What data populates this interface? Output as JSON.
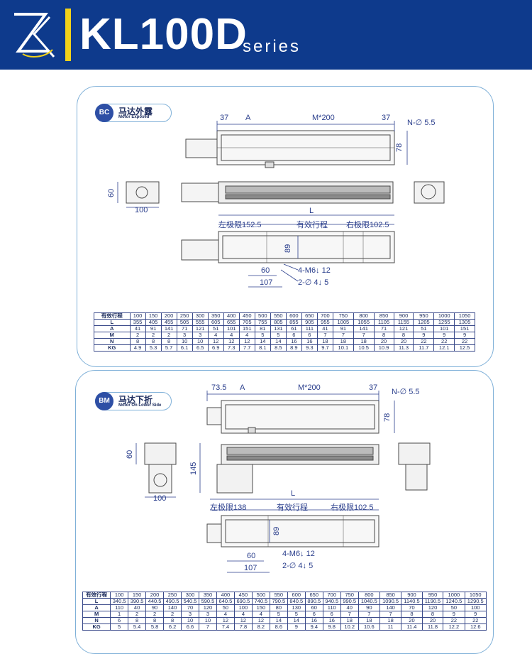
{
  "header": {
    "title": "KL100D",
    "subtitle": "series",
    "logo": "ZK",
    "bg": "#0e3a8c",
    "accent": "#f2d21a"
  },
  "section1": {
    "code": "BC",
    "title_cn": "马达外露",
    "title_en": "Motor Exposed",
    "dims": {
      "d37a": "37",
      "A": "A",
      "m200": "M*200",
      "d37b": "37",
      "hole": "N-∅ 5.5",
      "h78": "78",
      "h60": "60",
      "w100": "100",
      "L": "L",
      "left_limit": "左极限152.5",
      "stroke": "有效行程",
      "right_limit": "右极限102.5",
      "h89": "89",
      "w60": "60",
      "w107": "107",
      "m6": "4-M6↓ 12",
      "pin": "2-∅ 4↓ 5"
    },
    "table": {
      "headers": [
        "有效行程",
        "100",
        "150",
        "200",
        "250",
        "300",
        "350",
        "400",
        "450",
        "500",
        "550",
        "600",
        "650",
        "700",
        "750",
        "800",
        "850",
        "900",
        "950",
        "1000",
        "1050"
      ],
      "rows": [
        [
          "L",
          "355",
          "405",
          "455",
          "505",
          "555",
          "605",
          "655",
          "705",
          "755",
          "805",
          "855",
          "905",
          "955",
          "1005",
          "1055",
          "1105",
          "1155",
          "1205",
          "1255",
          "1305"
        ],
        [
          "A",
          "41",
          "91",
          "141",
          "71",
          "121",
          "51",
          "101",
          "151",
          "81",
          "131",
          "61",
          "111",
          "41",
          "91",
          "141",
          "71",
          "121",
          "51",
          "101",
          "151"
        ],
        [
          "M",
          "2",
          "2",
          "2",
          "3",
          "3",
          "4",
          "4",
          "4",
          "5",
          "5",
          "6",
          "6",
          "7",
          "7",
          "7",
          "8",
          "8",
          "9",
          "9",
          "9"
        ],
        [
          "N",
          "8",
          "8",
          "8",
          "10",
          "10",
          "12",
          "12",
          "12",
          "14",
          "14",
          "16",
          "16",
          "18",
          "18",
          "18",
          "20",
          "20",
          "22",
          "22",
          "22"
        ],
        [
          "KG",
          "4.9",
          "5.3",
          "5.7",
          "6.1",
          "6.5",
          "6.9",
          "7.3",
          "7.7",
          "8.1",
          "8.5",
          "8.9",
          "9.3",
          "9.7",
          "10.1",
          "10.5",
          "10.9",
          "11.3",
          "11.7",
          "12.1",
          "12.5"
        ]
      ]
    }
  },
  "section2": {
    "code": "BM",
    "title_cn": "马达下折",
    "title_en": "Motor On Lower Side",
    "dims": {
      "d735": "73.5",
      "A": "A",
      "m200": "M*200",
      "d37": "37",
      "hole": "N-∅ 5.5",
      "h78": "78",
      "h60": "60",
      "h145": "145",
      "w100": "100",
      "L": "L",
      "left_limit": "左极限138",
      "stroke": "有效行程",
      "right_limit": "右极限102.5",
      "h89": "89",
      "w60": "60",
      "w107": "107",
      "m6": "4-M6↓ 12",
      "pin": "2-∅ 4↓ 5"
    },
    "table": {
      "headers": [
        "有效行程",
        "100",
        "150",
        "200",
        "250",
        "300",
        "350",
        "400",
        "450",
        "500",
        "550",
        "600",
        "650",
        "700",
        "750",
        "800",
        "850",
        "900",
        "950",
        "1000",
        "1050"
      ],
      "rows": [
        [
          "L",
          "340.5",
          "390.5",
          "440.5",
          "490.5",
          "540.5",
          "590.5",
          "640.5",
          "690.5",
          "740.5",
          "790.5",
          "840.5",
          "890.5",
          "940.5",
          "990.5",
          "1040.5",
          "1090.5",
          "1140.5",
          "1190.5",
          "1240.5",
          "1290.5"
        ],
        [
          "A",
          "110",
          "40",
          "90",
          "140",
          "70",
          "120",
          "50",
          "100",
          "150",
          "80",
          "130",
          "60",
          "110",
          "40",
          "90",
          "140",
          "70",
          "120",
          "50",
          "100"
        ],
        [
          "M",
          "1",
          "2",
          "2",
          "2",
          "3",
          "3",
          "4",
          "4",
          "4",
          "5",
          "5",
          "6",
          "6",
          "7",
          "7",
          "7",
          "8",
          "8",
          "9",
          "9"
        ],
        [
          "N",
          "6",
          "8",
          "8",
          "8",
          "10",
          "10",
          "12",
          "12",
          "12",
          "14",
          "14",
          "16",
          "16",
          "18",
          "18",
          "18",
          "20",
          "20",
          "22",
          "22"
        ],
        [
          "KG",
          "5",
          "5.4",
          "5.8",
          "6.2",
          "6.6",
          "7",
          "7.4",
          "7.8",
          "8.2",
          "8.6",
          "9",
          "9.4",
          "9.8",
          "10.2",
          "10.6",
          "11",
          "11.4",
          "11.8",
          "12.2",
          "12.6"
        ]
      ]
    }
  }
}
